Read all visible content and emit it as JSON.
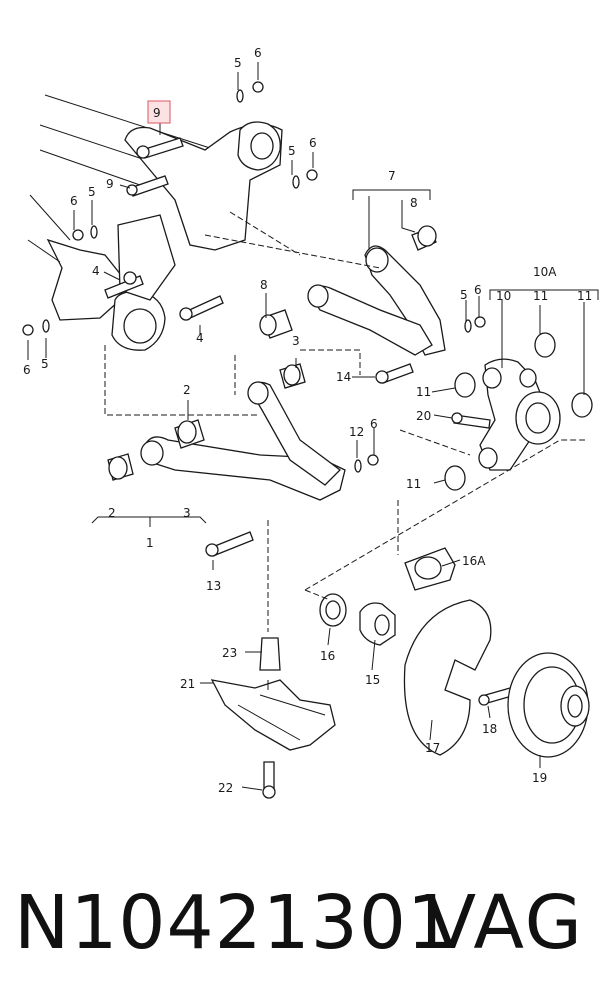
{
  "diagram": {
    "labels": {
      "l1": "1",
      "l2a": "2",
      "l2b": "2",
      "l3a": "3",
      "l3b": "3",
      "l4a": "4",
      "l4b": "4",
      "l5a": "5",
      "l5b": "5",
      "l5c": "5",
      "l5d": "5",
      "l5e": "5",
      "l6a": "6",
      "l6b": "6",
      "l6c": "6",
      "l6d": "6",
      "l6e": "6",
      "l6f": "6",
      "l7": "7",
      "l8a": "8",
      "l8b": "8",
      "l9a": "9",
      "l9b": "9",
      "l10": "10",
      "l10a": "10A",
      "l11a": "11",
      "l11b": "11",
      "l11c": "11",
      "l11d": "11",
      "l12": "12",
      "l13": "13",
      "l14": "14",
      "l15": "15",
      "l16": "16",
      "l16a": "16A",
      "l17": "17",
      "l18": "18",
      "l19": "19",
      "l20": "20",
      "l21": "21",
      "l22": "22",
      "l23": "23"
    },
    "highlight_color": "#e0707a"
  },
  "footer": {
    "part_number": "N10421301",
    "brand": "VAG"
  }
}
